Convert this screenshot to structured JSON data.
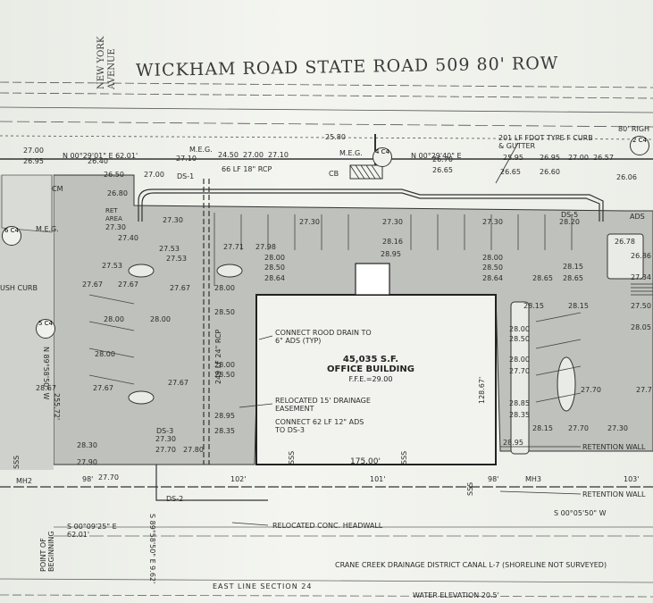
{
  "road": {
    "title": "WICKHAM ROAD STATE ROAD 509 80' ROW",
    "cross_street": "NEW YORK AVENUE"
  },
  "building": {
    "area": "45,035 S.F.",
    "name": "OFFICE BUILDING",
    "ffe": "F.F.E.=29.00",
    "width": "175.00'",
    "depth": "128.67'"
  },
  "notes": {
    "roof_drain": "CONNECT ROOD DRAIN TO 6\" ADS (TYP)",
    "easement": "RELOCATED 15' DRAINAGE EASEMENT",
    "connect_ds3": "CONNECT 62 LF 12\" ADS TO DS-3",
    "headwall": "RELOCATED CONC. HEADWALL",
    "retention_1": "RETENTION WALL",
    "retention_2": "RETENTION WALL",
    "canal": "CRANE CREEK DRAINAGE DISTRICT CANAL L-7 (SHORELINE NOT SURVEYED)",
    "section": "EAST LINE SECTION 24",
    "water": "WATER ELEVATION 20.5'",
    "curb": "201 LF FDOT TYPE F CURB & GUTTER",
    "rcp_top": "66 LF 18\" RCP",
    "rcp_west": "249 LF 24\" RCP",
    "flush_curb": "USH CURB",
    "ret_area": "RET AREA",
    "pob": "POINT OF BEGINNING"
  },
  "bearings": {
    "north": "N 00°29'01\" E 62.01'",
    "north2": "N 00°29'40\" E",
    "west": "N 89°58'50\" W",
    "south": "S 00°09'25\" E 62.01'",
    "south2": "S 89°58'50\" E 9.62'",
    "south3": "S 00°05'50\" W",
    "dist_255": "255.72'",
    "dist_102": "102'",
    "dist_101": "101'",
    "dist_98a": "98'",
    "dist_98b": "98'",
    "dist_103": "103'",
    "dist_80": "80' RIGH"
  },
  "structures": [
    "DS-1",
    "DS-2",
    "DS-3",
    "DS-5",
    "MH2",
    "MH3",
    "CB",
    "CM",
    "M.E.G.",
    "SSS",
    "ADS"
  ],
  "elevations": {
    "top": [
      "27.00",
      "26.95",
      "26.40",
      "26.50",
      "26.80",
      "27.00",
      "27.10",
      "24.50",
      "27.00",
      "27.10",
      "25.80",
      "26.70",
      "26.65",
      "25.95",
      "26.95",
      "26.65",
      "26.60",
      "27.00",
      "26.57",
      "26.06"
    ],
    "row2": [
      "27.30",
      "27.40",
      "27.30",
      "27.30",
      "27.30",
      "27.30",
      "28.20",
      "26.78",
      "26.86"
    ],
    "row3": [
      "27.53",
      "27.53",
      "27.53",
      "27.71",
      "27.98",
      "28.00",
      "28.50",
      "28.64",
      "28.16",
      "28.95",
      "28.00",
      "28.50",
      "28.64",
      "28.65",
      "28.15",
      "28.65",
      "27.34"
    ],
    "row4": [
      "27.67",
      "27.67",
      "27.67",
      "28.00",
      "28.00",
      "28.50",
      "28.15",
      "28.15",
      "27.50",
      "28.05"
    ],
    "row5": [
      "28.00",
      "28.00",
      "28.00",
      "28.50",
      "28.00",
      "28.50",
      "28.00",
      "27.70",
      "27.70",
      "27.7"
    ],
    "row6": [
      "28.67",
      "27.67",
      "27.67",
      "28.95",
      "28.35",
      "28.85",
      "28.35",
      "28.15",
      "27.70",
      "27.30"
    ],
    "row7": [
      "28.30",
      "27.90",
      "27.70",
      "27.30",
      "27.70",
      "27.80",
      "28.95"
    ]
  },
  "details": [
    "5 C4",
    "6 C4",
    "2 C4",
    "4 C4"
  ]
}
